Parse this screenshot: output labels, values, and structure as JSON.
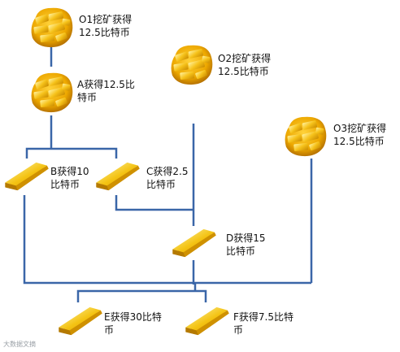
{
  "nodes": {
    "o1": {
      "label": "O1挖矿获得12.5比特币"
    },
    "o2": {
      "label": "O2挖矿获得12.5比特币"
    },
    "o3": {
      "label": "O3挖矿获得12.5比特币"
    },
    "a": {
      "label": "A获得12.5比特币"
    },
    "b": {
      "label": "B获得10比特币"
    },
    "c": {
      "label": "C获得2.5比特币"
    },
    "d": {
      "label": "D获得15比特币"
    },
    "e": {
      "label": "E获得30比特币"
    },
    "f": {
      "label": "F获得7.5比特币"
    }
  },
  "watermark": "大数据文摘",
  "colors": {
    "line": "#3a66a8",
    "gold_light": "#ffd84a",
    "gold_mid": "#f2b705",
    "gold_dark": "#c98a00",
    "coin_bg": "#e5a400"
  },
  "icons": {
    "coin": "gold-coin-pile-icon",
    "bar": "gold-bar-icon"
  }
}
